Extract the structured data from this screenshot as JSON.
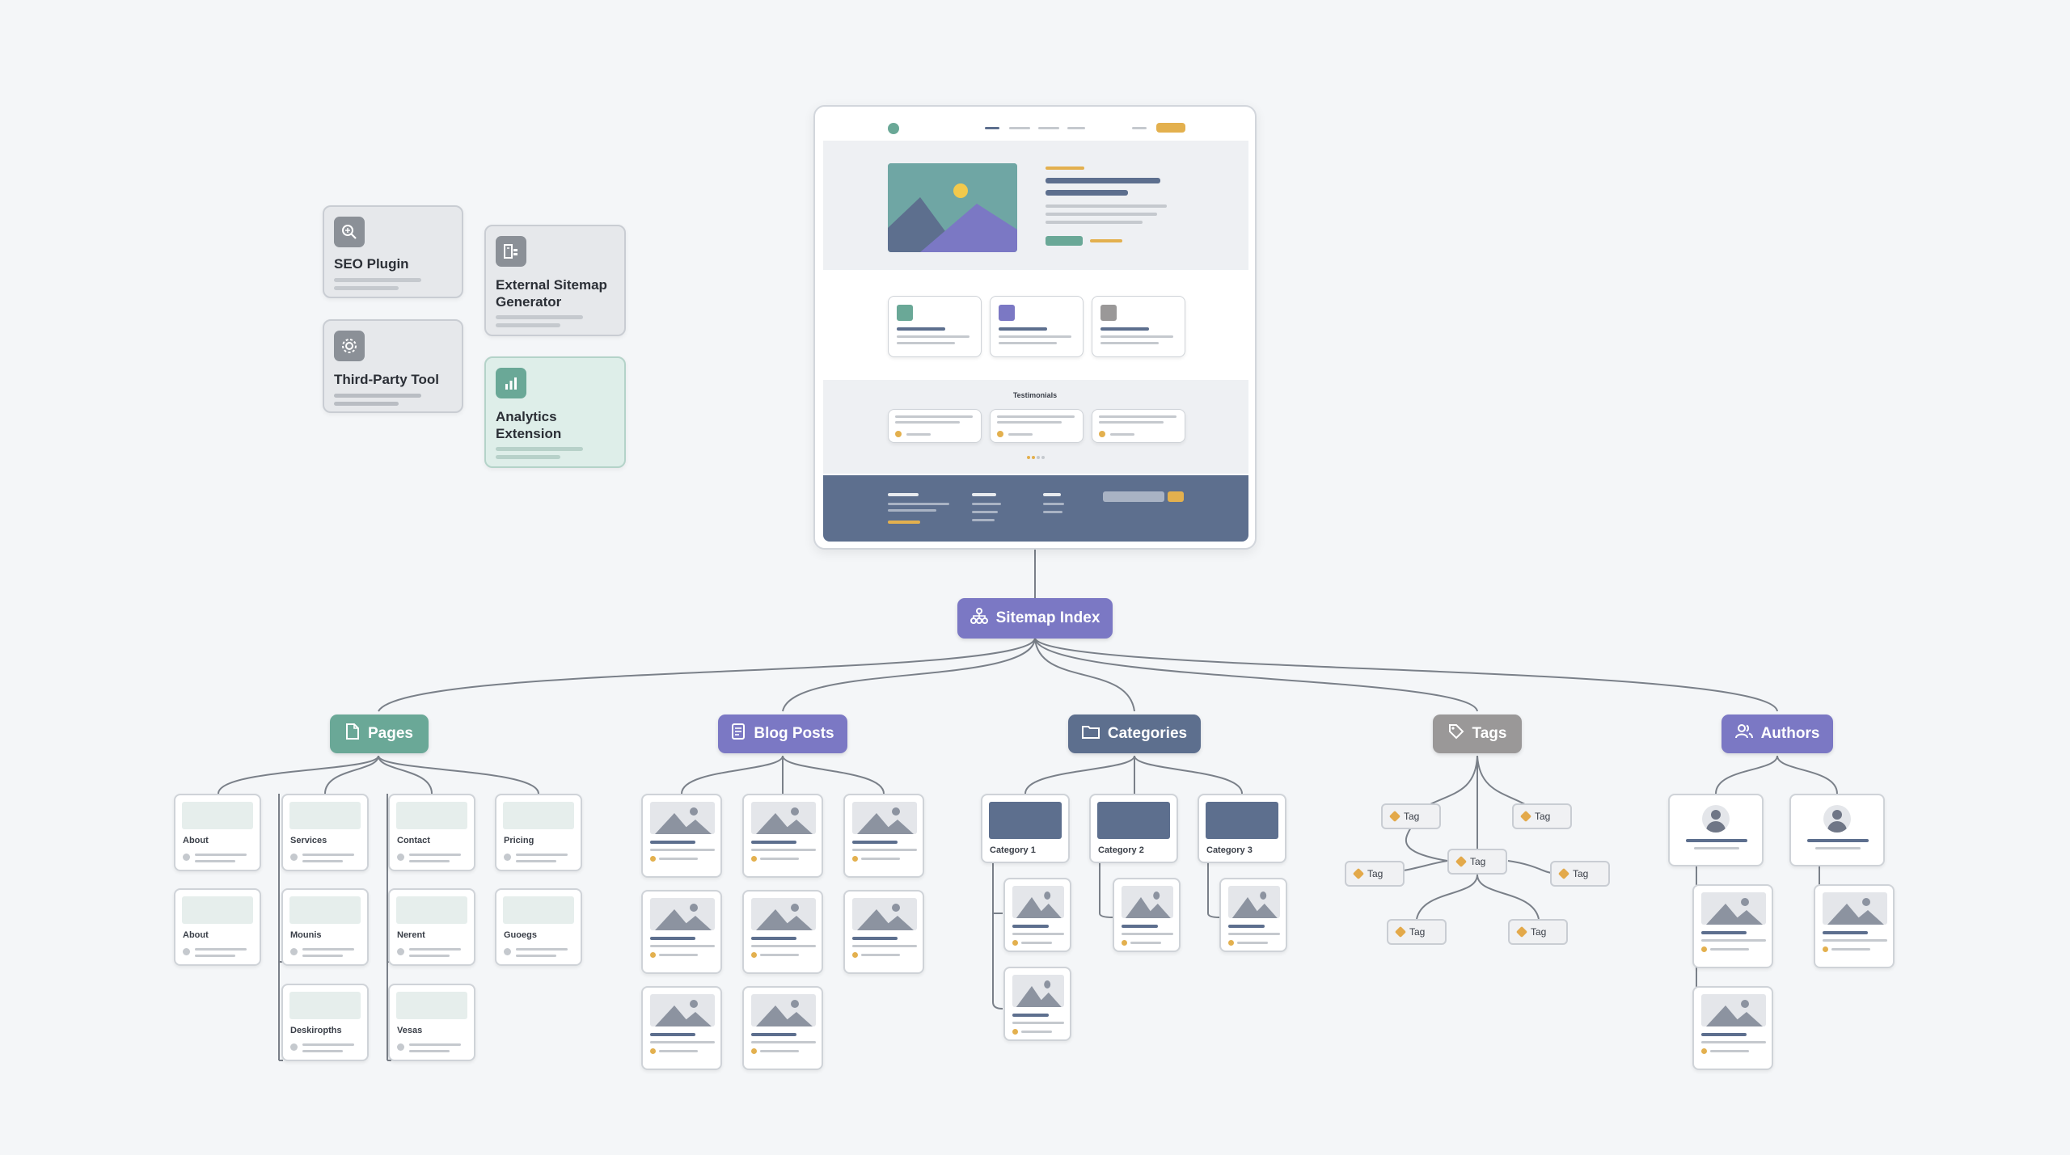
{
  "colors": {
    "teal": "#6aa897",
    "purple": "#7b78c4",
    "slate": "#5d6f8e",
    "gray": "#9a9898",
    "accent_yellow": "#e3b04e"
  },
  "plugins": [
    {
      "label": "SEO Plugin",
      "icon": "magnifier-icon"
    },
    {
      "label": "Third-Party Tool",
      "icon": "gear-icon"
    },
    {
      "label": "External Sitemap Generator",
      "icon": "sitemap-file-icon"
    },
    {
      "label": "Analytics Extension",
      "icon": "bar-chart-icon"
    }
  ],
  "browser": {
    "testimonials_title": "Testimonials"
  },
  "root": {
    "label": "Sitemap Index",
    "icon": "sitemap-icon"
  },
  "categories": [
    {
      "label": "Pages",
      "icon": "document-icon"
    },
    {
      "label": "Blog Posts",
      "icon": "list-document-icon"
    },
    {
      "label": "Categories",
      "icon": "folder-icon"
    },
    {
      "label": "Tags",
      "icon": "tag-icon"
    },
    {
      "label": "Authors",
      "icon": "users-icon"
    }
  ],
  "pages": [
    "About",
    "Services",
    "Contact",
    "Pricing",
    "About",
    "Mounis",
    "Nerent",
    "Guoegs",
    "Deskiropths",
    "Vesas"
  ],
  "category_cards": [
    "Category 1",
    "Category 2",
    "Category 3"
  ],
  "tags": [
    "Tag",
    "Tag",
    "Tag",
    "Tag",
    "Tag",
    "Tag",
    "Tag"
  ]
}
